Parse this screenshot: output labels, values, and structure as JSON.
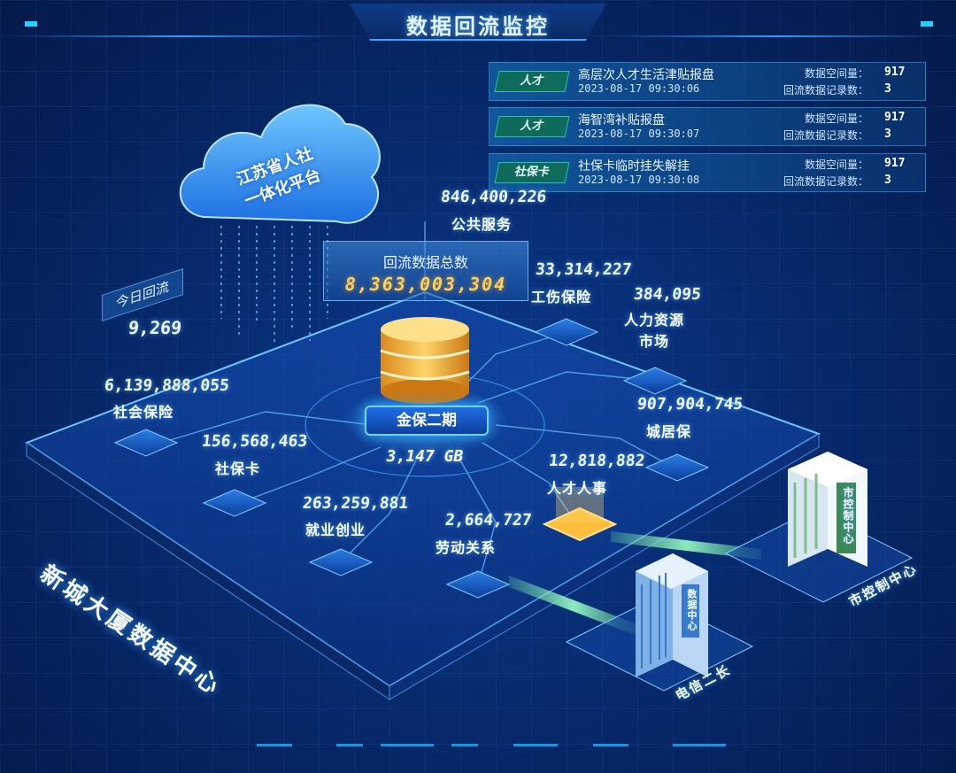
{
  "header": {
    "title": "数据回流监控"
  },
  "events": [
    {
      "tag": "人才",
      "title": "高层次人才生活津贴报盘",
      "time": "2023-08-17 09:30:06",
      "space_label": "数据空间量：",
      "space_value": "917",
      "records_label": "回流数据记录数：",
      "records_value": "3"
    },
    {
      "tag": "人才",
      "title": "海智湾补贴报盘",
      "time": "2023-08-17 09:30:07",
      "space_label": "数据空间量：",
      "space_value": "917",
      "records_label": "回流数据记录数：",
      "records_value": "3"
    },
    {
      "tag": "社保卡",
      "title": "社保卡临时挂失解挂",
      "time": "2023-08-17 09:30:08",
      "space_label": "数据空间量：",
      "space_value": "917",
      "records_label": "回流数据记录数：",
      "records_value": "3"
    }
  ],
  "cloud": {
    "line1": "江苏省人社",
    "line2": "一体化平台"
  },
  "today": {
    "label": "今日回流",
    "value": "9,269"
  },
  "total": {
    "label": "回流数据总数",
    "value": "8,363,003,304"
  },
  "core": {
    "name": "金保二期",
    "size": "3,147 GB"
  },
  "center_name": "新城大厦数据中心",
  "nodes": [
    {
      "id": "public-service",
      "value": "846,400,226",
      "label": "公共服务"
    },
    {
      "id": "injury-insurance",
      "value": "33,314,227",
      "label": "工伤保险"
    },
    {
      "id": "hr-market",
      "value": "384,095",
      "label": "人力资源\n市场"
    },
    {
      "id": "urban-insurance",
      "value": "907,904,745",
      "label": "城居保"
    },
    {
      "id": "talent-affairs",
      "value": "12,818,882",
      "label": "人才人事"
    },
    {
      "id": "labor-relations",
      "value": "2,664,727",
      "label": "劳动关系"
    },
    {
      "id": "employment",
      "value": "263,259,881",
      "label": "就业创业"
    },
    {
      "id": "ss-card",
      "value": "156,568,463",
      "label": "社保卡"
    },
    {
      "id": "social-insurance",
      "value": "6,139,888,055",
      "label": "社会保险"
    }
  ],
  "buildings": [
    {
      "sign": "市控制中心",
      "label": "市控制中心"
    },
    {
      "sign": "数据中心",
      "label": "电信二长"
    }
  ],
  "colors": {
    "accent": "#2f9bff",
    "gold": "#ffcf57",
    "tag_green": "#0e6a5b"
  }
}
